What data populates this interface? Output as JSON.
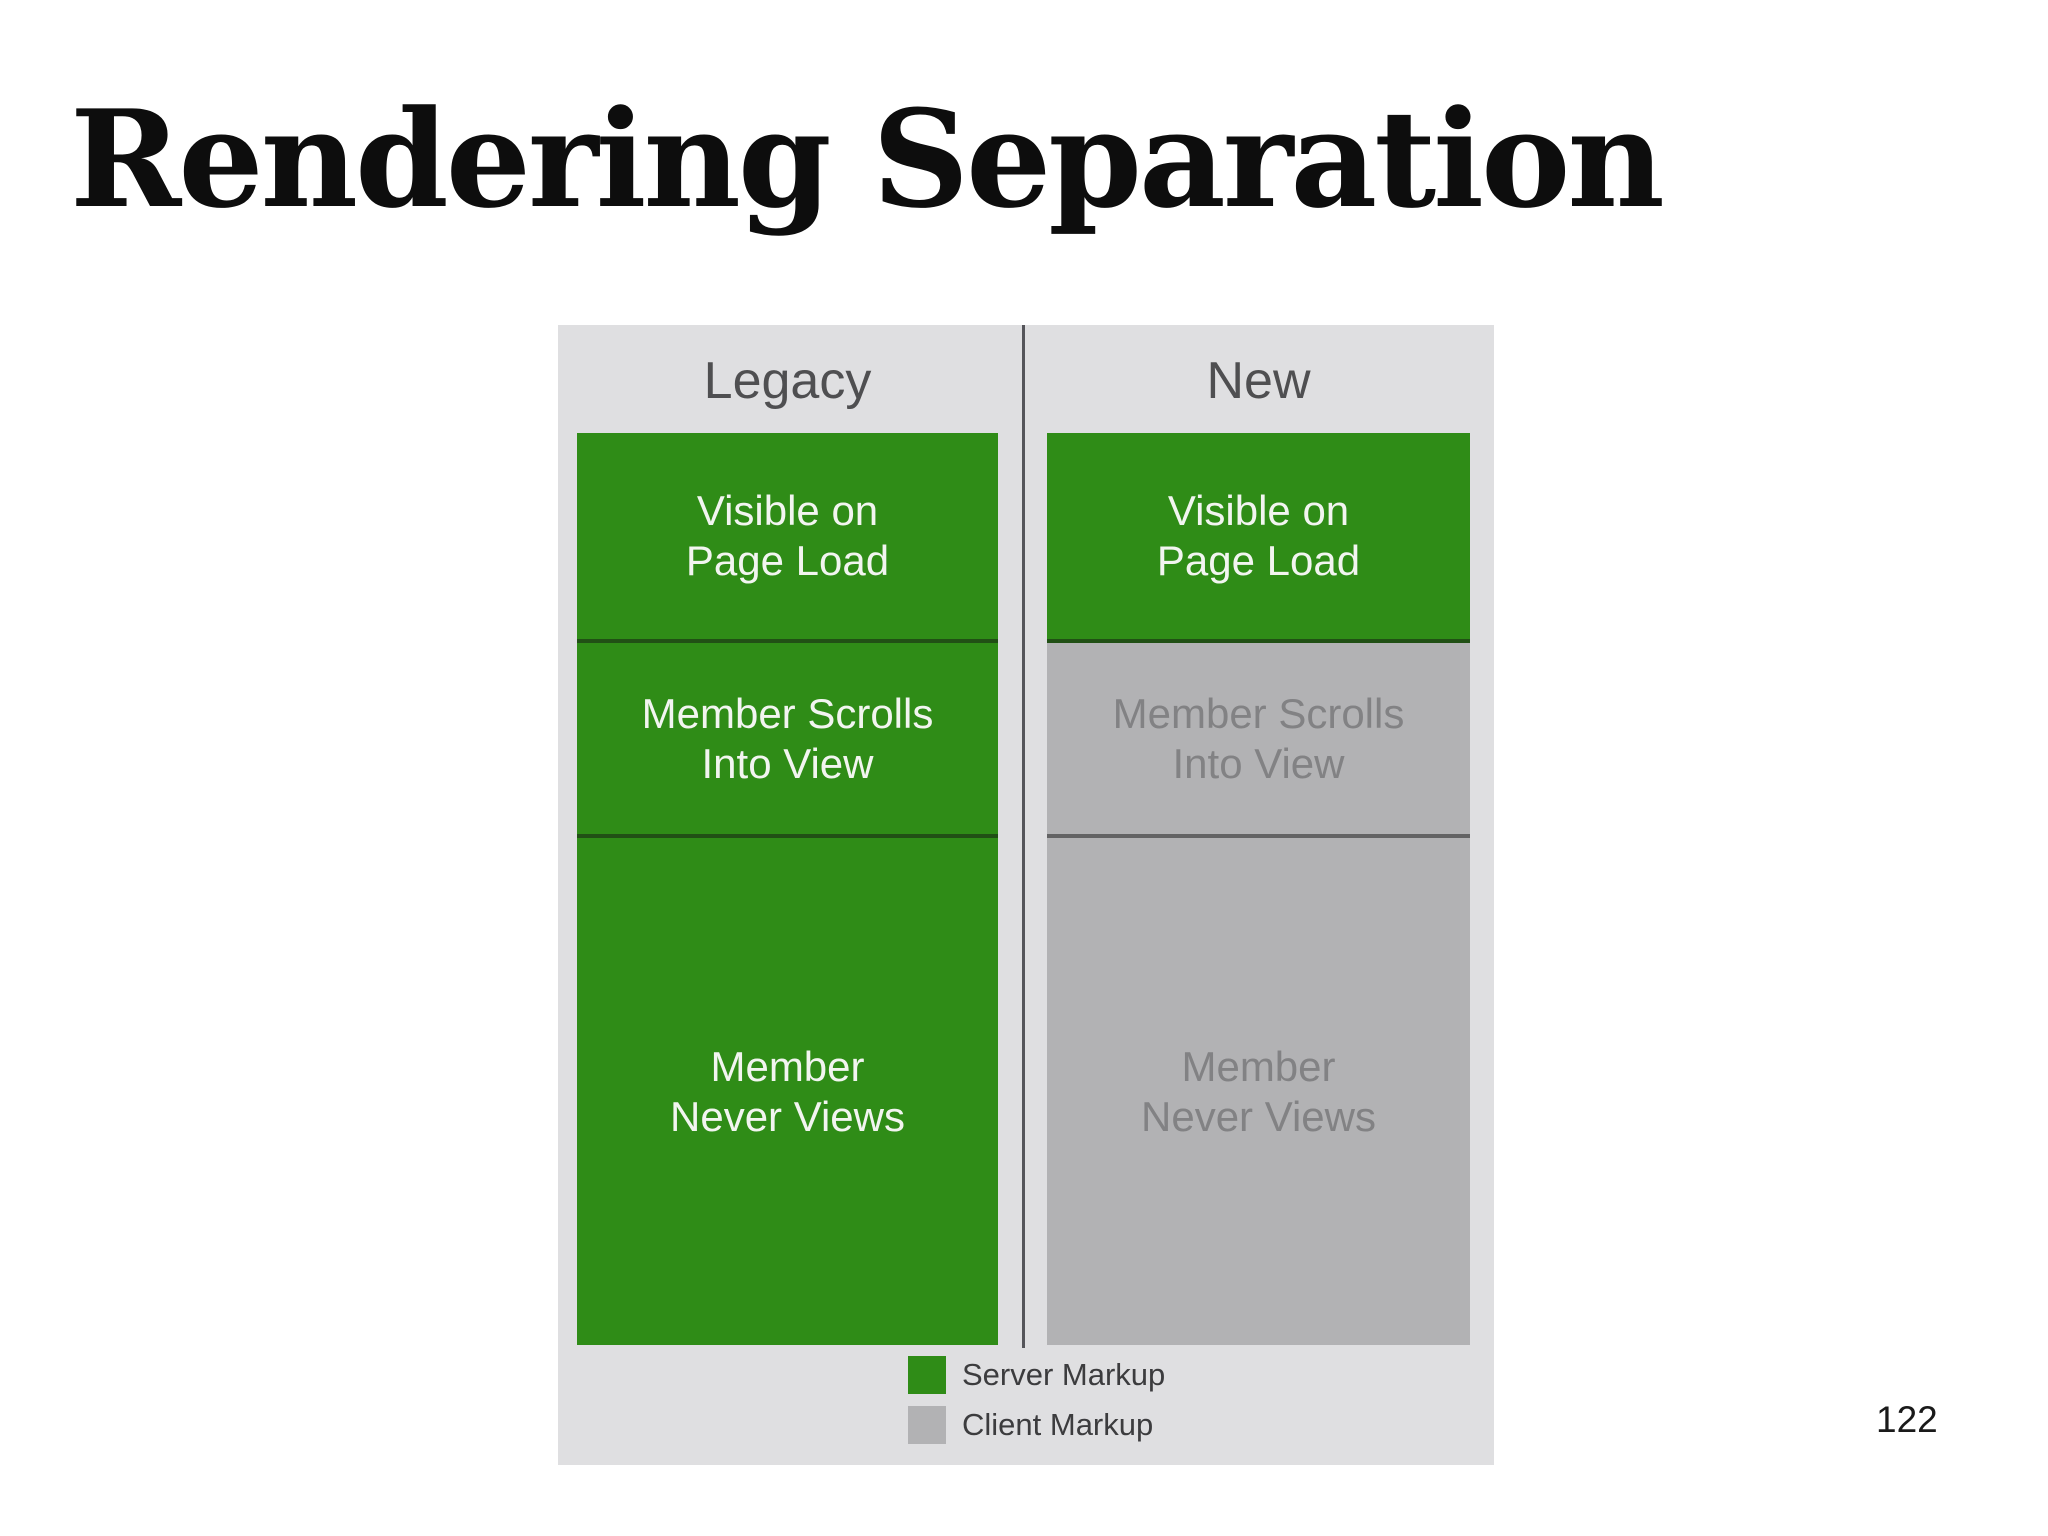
{
  "slide": {
    "title": "Rendering Separation",
    "page_number": "122"
  },
  "diagram": {
    "columns": [
      {
        "header": "Legacy",
        "blocks": [
          {
            "type": "server",
            "lines": [
              "Visible on",
              "Page Load"
            ]
          },
          {
            "type": "server",
            "lines": [
              "Member Scrolls",
              "Into View"
            ]
          },
          {
            "type": "server",
            "lines": [
              "Member",
              "Never Views"
            ]
          }
        ]
      },
      {
        "header": "New",
        "blocks": [
          {
            "type": "server",
            "lines": [
              "Visible on",
              "Page Load"
            ]
          },
          {
            "type": "client",
            "lines": [
              "Member Scrolls",
              "Into View"
            ]
          },
          {
            "type": "client",
            "lines": [
              "Member",
              "Never Views"
            ]
          }
        ]
      }
    ],
    "legend": [
      {
        "swatch": "server",
        "label": "Server Markup"
      },
      {
        "swatch": "client",
        "label": "Client Markup"
      }
    ]
  },
  "colors": {
    "server_markup": "#2f8c17",
    "client_markup": "#b2b2b4",
    "server_text": "#f2f5f0",
    "client_text": "#828284",
    "panel_background": "#dfdfe1",
    "header_text": "#4f4f51",
    "divider": "#55555a"
  }
}
